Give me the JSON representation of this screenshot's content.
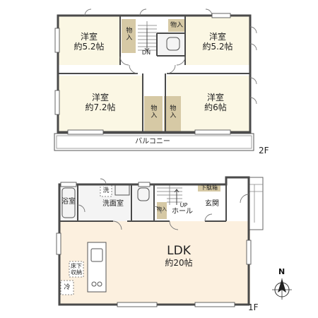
{
  "floor2": {
    "label": "2F",
    "rooms": {
      "nw": {
        "name": "洋室",
        "size": "約5.2帖"
      },
      "ne": {
        "name": "洋室",
        "size": "約5.2帖"
      },
      "sw": {
        "name": "洋室",
        "size": "約7.2帖"
      },
      "se": {
        "name": "洋室",
        "size": "約6帖"
      }
    },
    "closet": "物入",
    "stair_dn": "DN",
    "balcony": "バルコニー"
  },
  "floor1": {
    "label": "1F",
    "ldk": {
      "name": "LDK",
      "size": "約20帖"
    },
    "bath": "浴室",
    "washroom": "洗面室",
    "washer": "洗",
    "hall": "ホール",
    "entrance": "玄関",
    "shoe_box": "下駄箱",
    "closet": "物入",
    "stair_up": "UP",
    "underfloor": "床下収納",
    "fridge": "冷"
  },
  "compass": {
    "north": "N"
  }
}
